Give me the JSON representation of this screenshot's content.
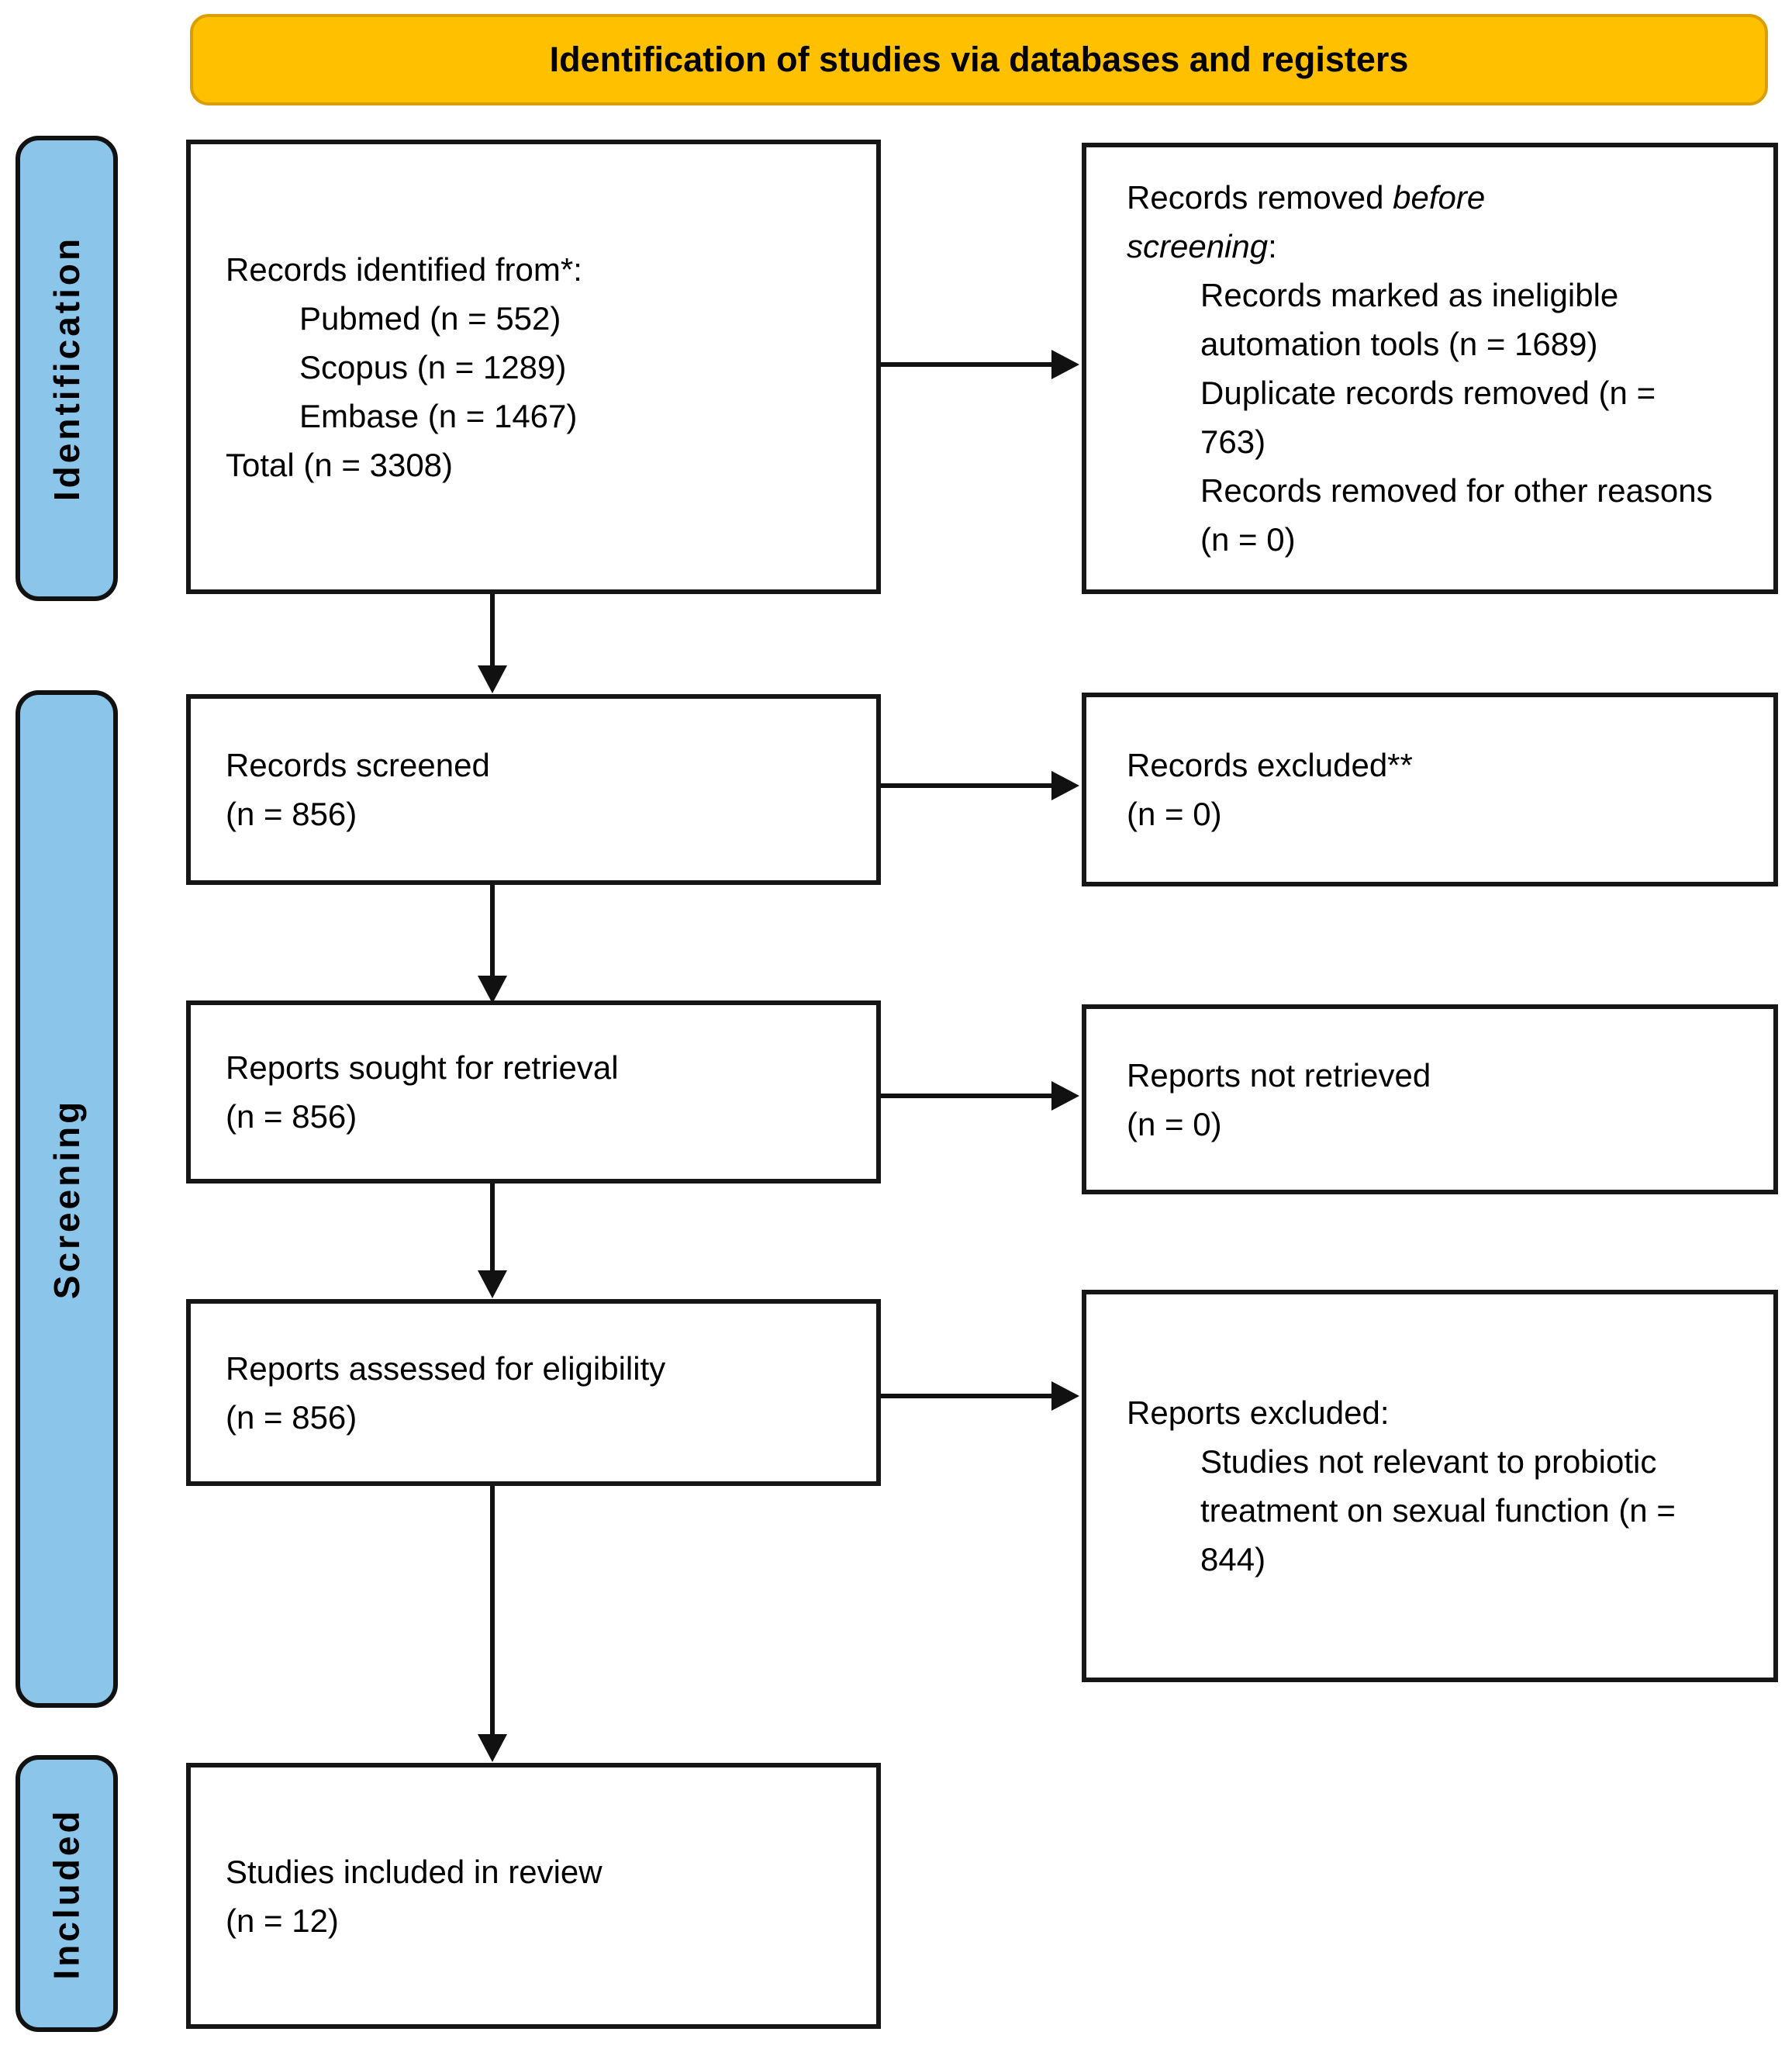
{
  "banner": {
    "label": "Identification of studies via databases and registers"
  },
  "stages": [
    {
      "label": "Identification"
    },
    {
      "label": "Screening"
    },
    {
      "label": "Included"
    }
  ],
  "boxes": {
    "identified": {
      "heading": "Records identified from*:",
      "items": [
        "Pubmed (n = 552)",
        "Scopus (n = 1289)",
        "Embase (n = 1467)"
      ],
      "total": "Total (n = 3308)"
    },
    "removed": {
      "lead": "Records removed ",
      "italic_line1": "before",
      "italic_line2": "screening",
      "colon": ":",
      "items": [
        "Records marked as ineligible automation tools (n = 1689)",
        "Duplicate records removed (n = 763)",
        "Records removed for other reasons (n = 0)"
      ]
    },
    "screened": {
      "line1": "Records screened",
      "line2": "(n = 856)"
    },
    "excluded": {
      "line1": "Records excluded**",
      "line2": "(n = 0)"
    },
    "sought": {
      "line1": "Reports sought for retrieval",
      "line2": "(n = 856)"
    },
    "not_retrieved": {
      "line1": "Reports not retrieved",
      "line2": "(n = 0)"
    },
    "assessed": {
      "line1": "Reports assessed for eligibility",
      "line2": "(n = 856)"
    },
    "reports_excluded": {
      "heading": "Reports excluded:",
      "items": [
        "Studies not relevant to probiotic treatment on sexual function (n = 844)"
      ]
    },
    "included": {
      "line1": "Studies included in review",
      "line2": "(n = 12)"
    }
  },
  "colors": {
    "banner_fill": "#FFC000",
    "banner_border": "#DB9E00",
    "stage_fill": "#8CC5EA",
    "box_border": "#161616",
    "arrow": "#111111"
  }
}
